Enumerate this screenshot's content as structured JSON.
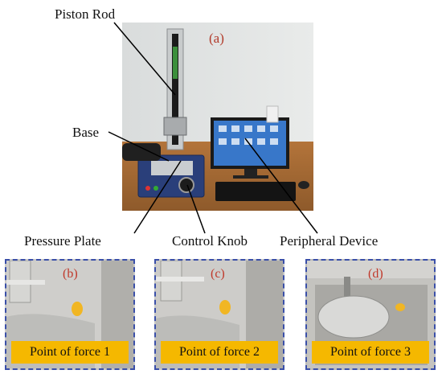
{
  "labels": {
    "piston_rod": "Piston Rod",
    "base": "Base",
    "pressure_plate": "Pressure Plate",
    "control_knob": "Control Knob",
    "peripheral_device": "Peripheral Device"
  },
  "panel_tags": {
    "a": "(a)",
    "b": "(b)",
    "c": "(c)",
    "d": "(d)"
  },
  "captions": [
    "Point of force 1",
    "Point of force 2",
    "Point of force 3"
  ]
}
